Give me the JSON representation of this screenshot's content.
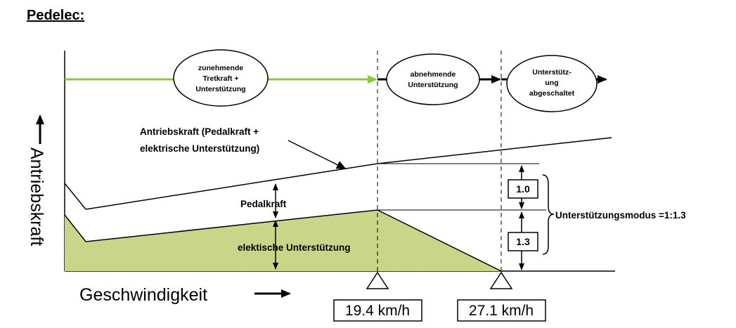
{
  "title": "Pedelec:",
  "y_axis_label": "Antriebskraft",
  "x_axis_label": "Geschwindigkeit",
  "phases": [
    {
      "line1": "zunehmende",
      "line2": "Tretkraft +",
      "line3": "Unterstützung"
    },
    {
      "line1": "abnehmende",
      "line2": "Unterstützung"
    },
    {
      "line1": "Unterstütz-",
      "line2": "ung",
      "line3": "abgeschaltet"
    }
  ],
  "annotations": {
    "antriebskraft_line1": "Antriebskraft (Pedalkraft +",
    "antriebskraft_line2": "elektrische Unterstützung)",
    "pedalkraft": "Pedalkraft",
    "elektrische": "elektische Unterstützung",
    "ratio_top": "1.0",
    "ratio_bottom": "1.3",
    "modus": "Unterstützungsmodus =1:1.3"
  },
  "speed_markers": [
    "19.4 km/h",
    "27.1 km/h"
  ],
  "colors": {
    "green_arrow": "#8cc63f",
    "fill": "#cdd98e",
    "line": "#000000"
  }
}
